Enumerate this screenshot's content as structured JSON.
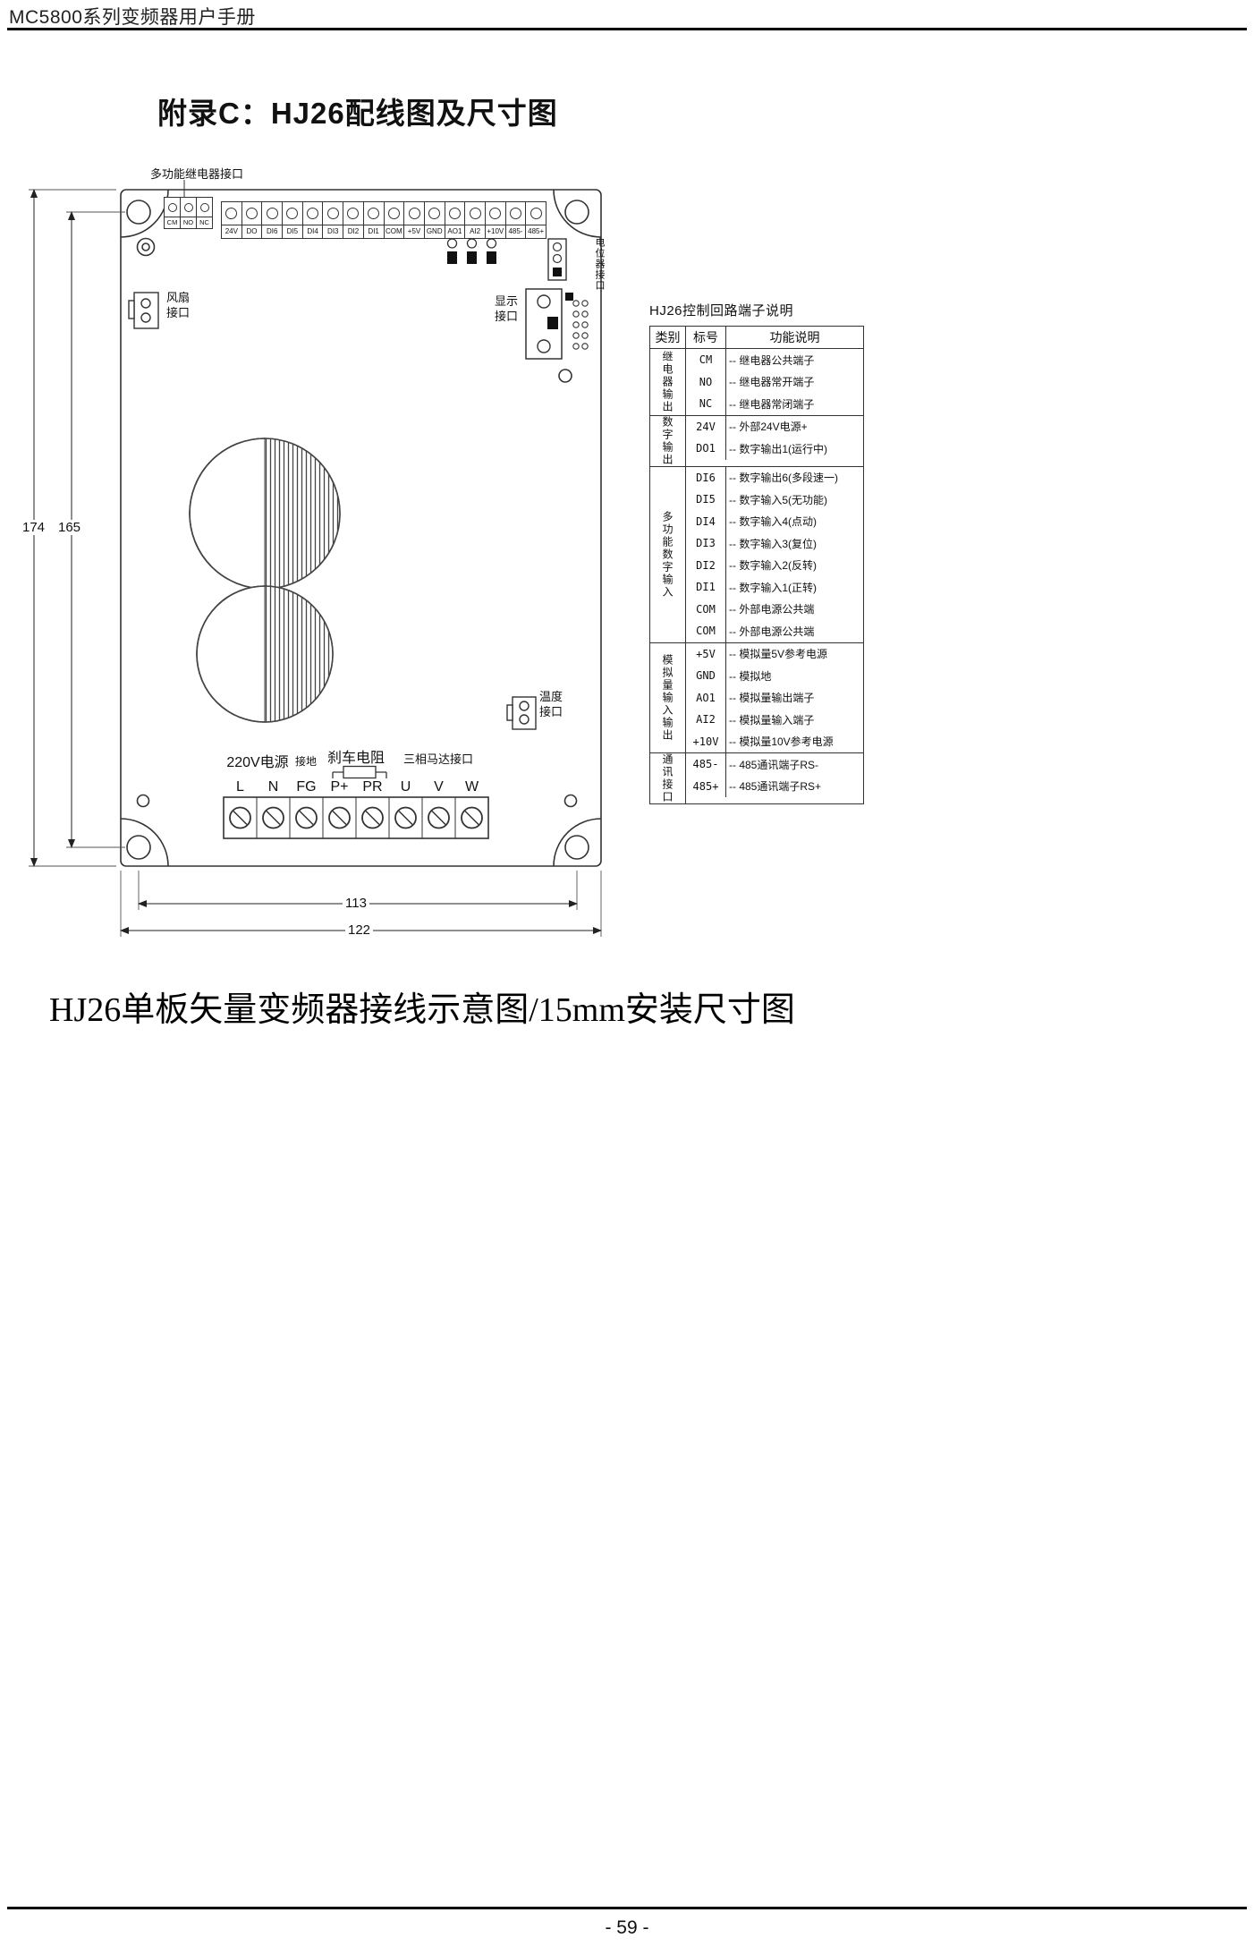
{
  "page": {
    "header": "MC5800系列变频器用户手册",
    "title": "附录C：HJ26配线图及尺寸图",
    "caption": "HJ26单板矢量变频器接线示意图/15mm安装尺寸图",
    "page_number": "- 59 -"
  },
  "board": {
    "relay_label": "多功能继电器接口",
    "relay_terminals": [
      "CM",
      "NO",
      "NC"
    ],
    "control_terminals": [
      "24V",
      "DO",
      "DI6",
      "DI5",
      "DI4",
      "DI3",
      "DI2",
      "DI1",
      "COM",
      "+5V",
      "GND",
      "AO1",
      "AI2",
      "+10V",
      "485-",
      "485+"
    ],
    "connector_labels": {
      "potentiometer": "电位器接口",
      "fan": "风扇接口",
      "display": "显示接口",
      "temperature": "温度接口"
    },
    "bottom_labels": {
      "power": "220V电源",
      "ground": "接地",
      "brake": "刹车电阻",
      "motor": "三相马达接口"
    },
    "power_terminals": [
      "L",
      "N",
      "FG",
      "P+",
      "PR",
      "U",
      "V",
      "W"
    ],
    "dimensions": {
      "outer_height": "174",
      "inner_height": "165",
      "inner_width": "113",
      "outer_width": "122"
    }
  },
  "table": {
    "title": "HJ26控制回路端子说明",
    "headers": [
      "类别",
      "标号",
      "功能说明"
    ],
    "groups": [
      {
        "category": "继电器输出",
        "rows": [
          {
            "label": "CM",
            "desc": "-- 继电器公共端子"
          },
          {
            "label": "NO",
            "desc": "-- 继电器常开端子"
          },
          {
            "label": "NC",
            "desc": "-- 继电器常闭端子"
          }
        ]
      },
      {
        "category": "数字输出",
        "rows": [
          {
            "label": "24V",
            "desc": "-- 外部24V电源+"
          },
          {
            "label": "DO1",
            "desc": "-- 数字输出1(运行中)"
          }
        ]
      },
      {
        "category": "多功能数字输入",
        "rows": [
          {
            "label": "DI6",
            "desc": "-- 数字输出6(多段速一)"
          },
          {
            "label": "DI5",
            "desc": "-- 数字输入5(无功能)"
          },
          {
            "label": "DI4",
            "desc": "-- 数字输入4(点动)"
          },
          {
            "label": "DI3",
            "desc": "-- 数字输入3(复位)"
          },
          {
            "label": "DI2",
            "desc": "-- 数字输入2(反转)"
          },
          {
            "label": "DI1",
            "desc": "-- 数字输入1(正转)"
          },
          {
            "label": "COM",
            "desc": "-- 外部电源公共端"
          },
          {
            "label": "COM",
            "desc": "-- 外部电源公共端"
          }
        ]
      },
      {
        "category": "模拟量输入输出",
        "rows": [
          {
            "label": "+5V",
            "desc": "-- 模拟量5V参考电源"
          },
          {
            "label": "GND",
            "desc": "-- 模拟地"
          },
          {
            "label": "AO1",
            "desc": "-- 模拟量输出端子"
          },
          {
            "label": "AI2",
            "desc": "-- 模拟量输入端子"
          },
          {
            "label": "+10V",
            "desc": "-- 模拟量10V参考电源"
          }
        ]
      },
      {
        "category": "通讯接口",
        "rows": [
          {
            "label": "485-",
            "desc": "-- 485通讯端子RS-"
          },
          {
            "label": "485+",
            "desc": "-- 485通讯端子RS+"
          }
        ]
      }
    ]
  }
}
